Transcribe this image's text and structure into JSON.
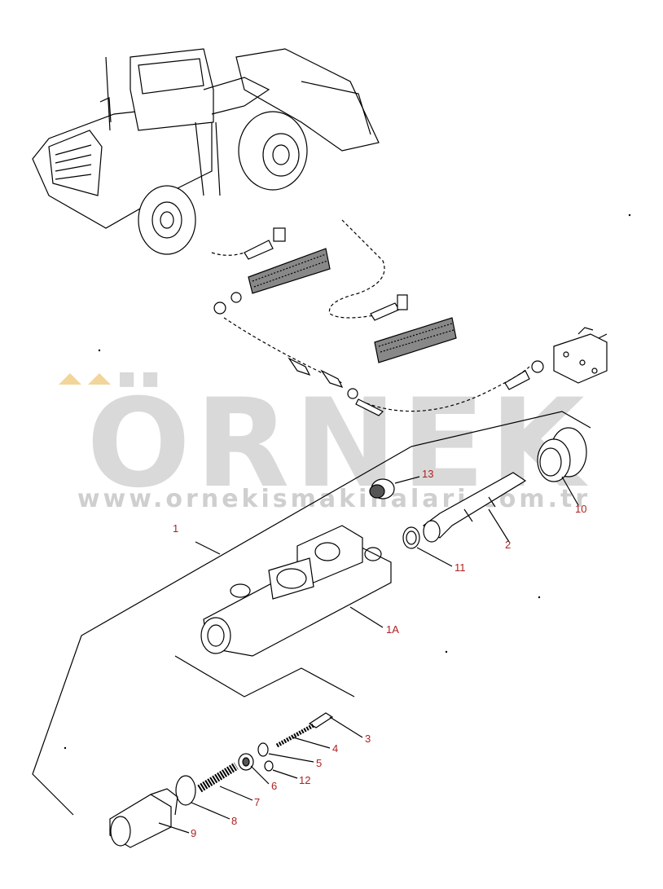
{
  "watermark": {
    "brand": "ÖRNEK",
    "url": "www.ornekismakinalari.com.tr"
  },
  "colors": {
    "watermark_text": "#d9d9d9",
    "watermark_accent": "#f2d59a",
    "callout_text": "#b02020",
    "line_art": "#000000"
  },
  "diagram": {
    "callouts": [
      "1",
      "1A",
      "2",
      "3",
      "4",
      "5",
      "6",
      "7",
      "8",
      "9",
      "10",
      "11",
      "12",
      "13"
    ]
  }
}
